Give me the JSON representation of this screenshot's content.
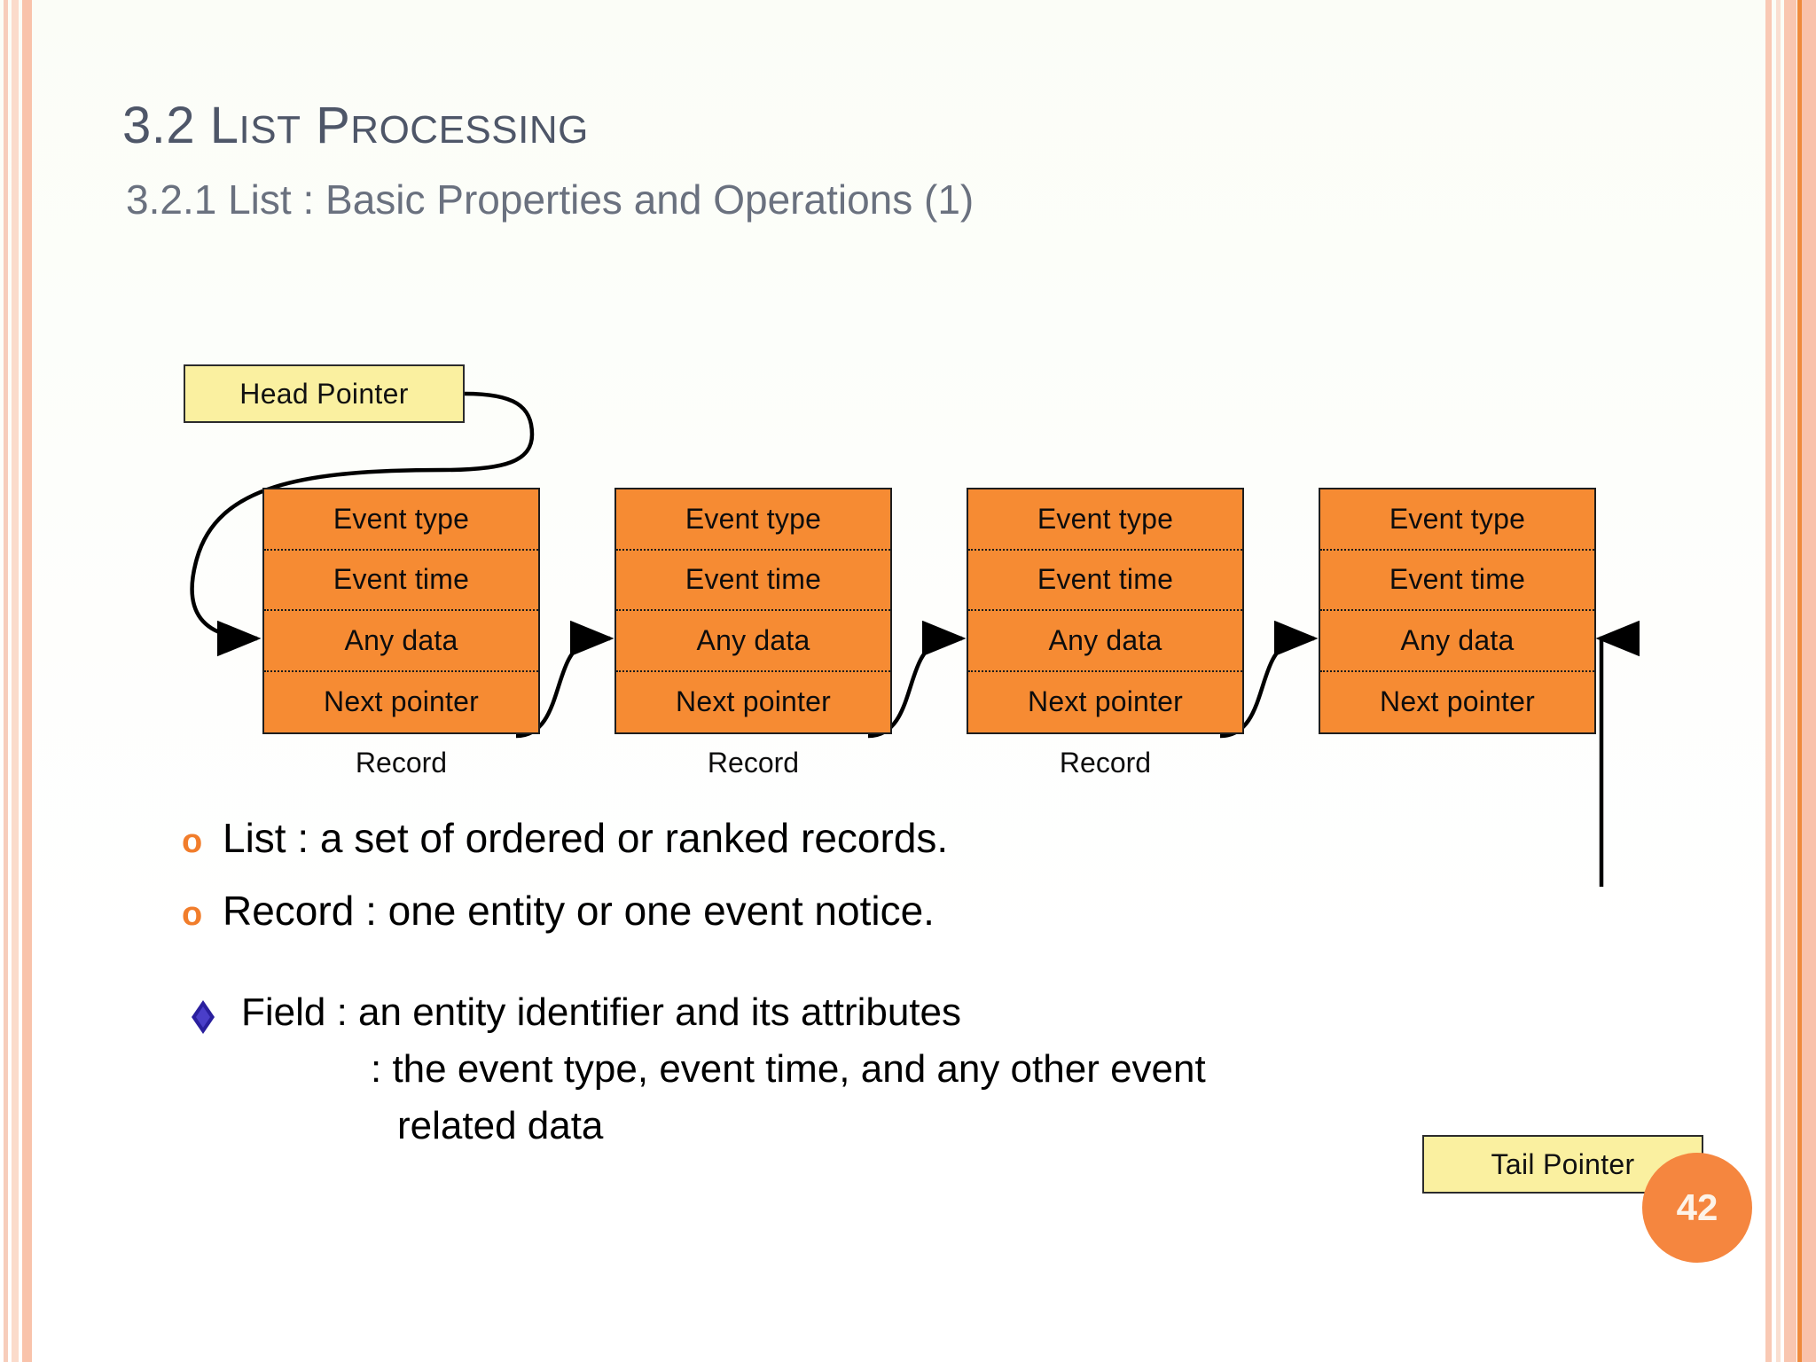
{
  "slide": {
    "title_number": "3.2",
    "title_text": "List Processing",
    "subtitle": "3.2.1 List : Basic Properties and Operations (1)",
    "page_number": "42"
  },
  "colors": {
    "title": "#4e5668",
    "subtitle": "#6a717f",
    "record_fill": "#f68b33",
    "pointer_fill": "#faf0a0",
    "bullet_marker": "#f17d2b",
    "diamond_marker": "#2a1f9e",
    "page_badge": "#f5863f",
    "stripe_light": "#fbdbcb",
    "stripe_mid": "#f9c6b0",
    "stripe_accent": "#ef8a3c"
  },
  "diagram": {
    "head_pointer_label": "Head Pointer",
    "tail_pointer_label": "Tail Pointer",
    "record_label": "Record",
    "record_fields": [
      "Event type",
      "Event time",
      "Any data",
      "Next pointer"
    ],
    "records": [
      {
        "label": "Record"
      },
      {
        "label": "Record"
      },
      {
        "label": "Record"
      },
      {
        "label": ""
      }
    ]
  },
  "bullets": [
    {
      "marker": "o",
      "text": "List : a set of ordered or ranked records."
    },
    {
      "marker": "o",
      "text": "Record : one entity or one event notice."
    }
  ],
  "field_block": {
    "marker": "diamond",
    "lines": [
      "Field : an entity identifier and its attributes",
      ": the event type, event time, and any other event",
      "related data"
    ]
  }
}
